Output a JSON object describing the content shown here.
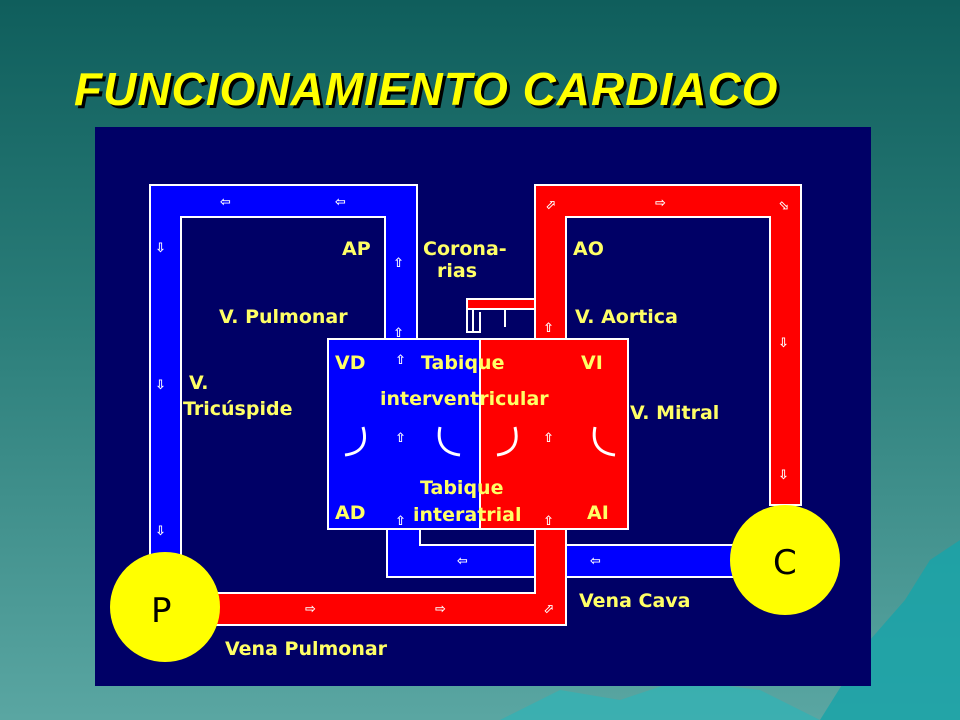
{
  "title": "FUNCIONAMIENTO CARDIACO",
  "diagram": {
    "labels": {
      "ap": "AP",
      "coronarias_1": "Corona-",
      "coronarias_2": "rias",
      "ao": "AO",
      "v_pulmonar": "V. Pulmonar",
      "v_aortica": "V. Aortica",
      "vd": "VD",
      "vi": "VI",
      "tabique_1": "Tabique",
      "interventricular": "interventricular",
      "v_tricuspide_1": "V.",
      "v_tricuspide_2": "Tricúspide",
      "v_mitral": "V. Mitral",
      "ad": "AD",
      "ai": "AI",
      "tabique_2": "Tabique",
      "interatrial": "interatrial",
      "vena_cava": "Vena Cava",
      "vena_pulmonar": "Vena Pulmonar",
      "p": "P",
      "c": "C"
    },
    "colors": {
      "blue": "#0000ff",
      "red": "#ff0000",
      "yellow": "#ffff00",
      "panel": "#000066",
      "label": "#ffff66"
    }
  }
}
